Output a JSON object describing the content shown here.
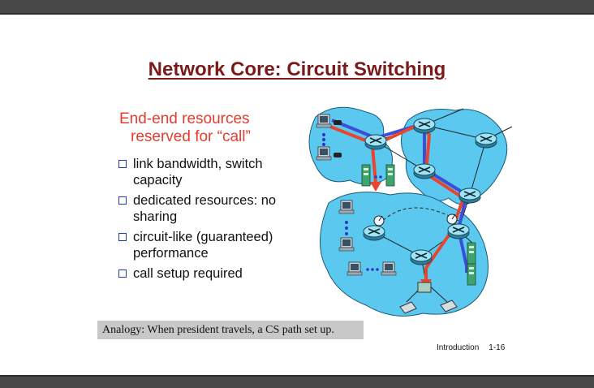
{
  "slide": {
    "title": "Network Core: Circuit Switching",
    "lead_line1": "End-end resources",
    "lead_line2": "reserved for “call”",
    "bullets": [
      "link bandwidth,  switch capacity",
      "dedicated resources: no sharing",
      "circuit-like (guaranteed) performance",
      "call setup required"
    ],
    "analogy": "Analogy: When president travels, a CS path set up.",
    "footer_section": "Introduction",
    "footer_page": "1-16"
  },
  "colors": {
    "title": "#7a1a1a",
    "lead": "#e63b2e",
    "cloud": "#5bc8f0",
    "path_red": "#e8452f",
    "path_blue": "#3a4fd6"
  }
}
